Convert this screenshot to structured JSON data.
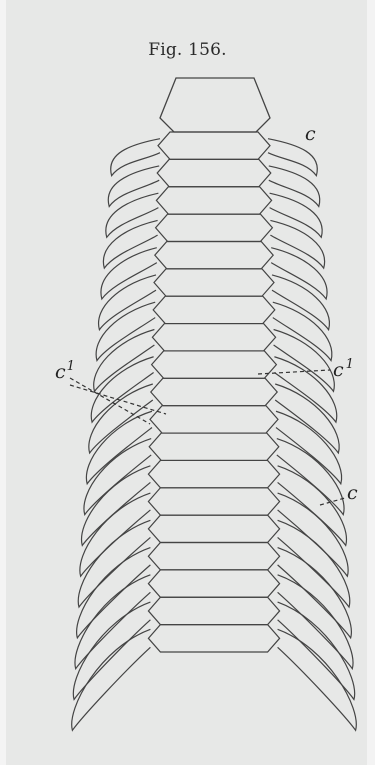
{
  "figure": {
    "title": "Fig. 156."
  },
  "labels": {
    "c_top": "c",
    "c_mid_right": "c",
    "c_mid_right_sup": "1",
    "c_left": "c",
    "c_left_sup": "1",
    "c_lower_right": "c"
  },
  "colors": {
    "ink": "#444444",
    "paper": "#e7e8e7"
  }
}
